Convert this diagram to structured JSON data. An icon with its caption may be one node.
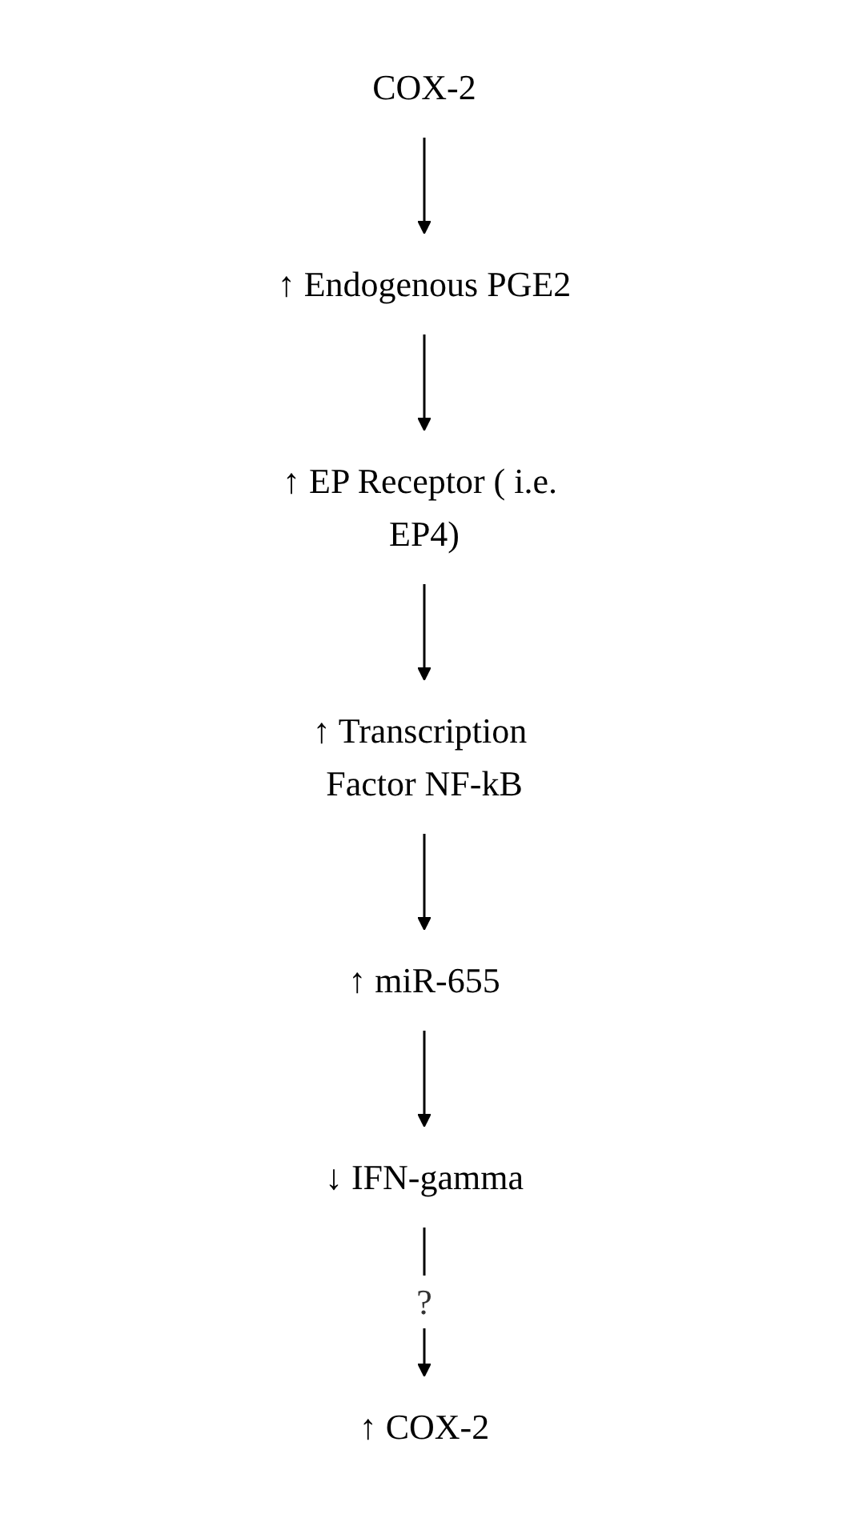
{
  "diagram": {
    "nodes": [
      {
        "text": [
          "COX-2"
        ]
      },
      {
        "text": [
          "↑ Endogenous PGE2"
        ]
      },
      {
        "text": [
          "↑ EP Receptor ( i.e. EP4)"
        ]
      },
      {
        "text": [
          "↑ Transcription Factor NF-kB"
        ]
      },
      {
        "text": [
          "↑ miR-655"
        ]
      },
      {
        "text": [
          "↓ IFN-gamma"
        ]
      },
      {
        "text": [
          "↑ COX-2"
        ]
      }
    ],
    "edges": [
      {
        "from": 0,
        "to": 1,
        "arrow": "to"
      },
      {
        "from": 1,
        "to": 2,
        "arrow": "to"
      },
      {
        "from": 2,
        "to": 3,
        "arrow": "to"
      },
      {
        "from": 3,
        "to": 4,
        "arrow": "to"
      },
      {
        "from": 4,
        "to": 5,
        "arrow": "to"
      },
      {
        "from": 5,
        "to": 6,
        "arrow": "to",
        "label": "?"
      }
    ]
  }
}
